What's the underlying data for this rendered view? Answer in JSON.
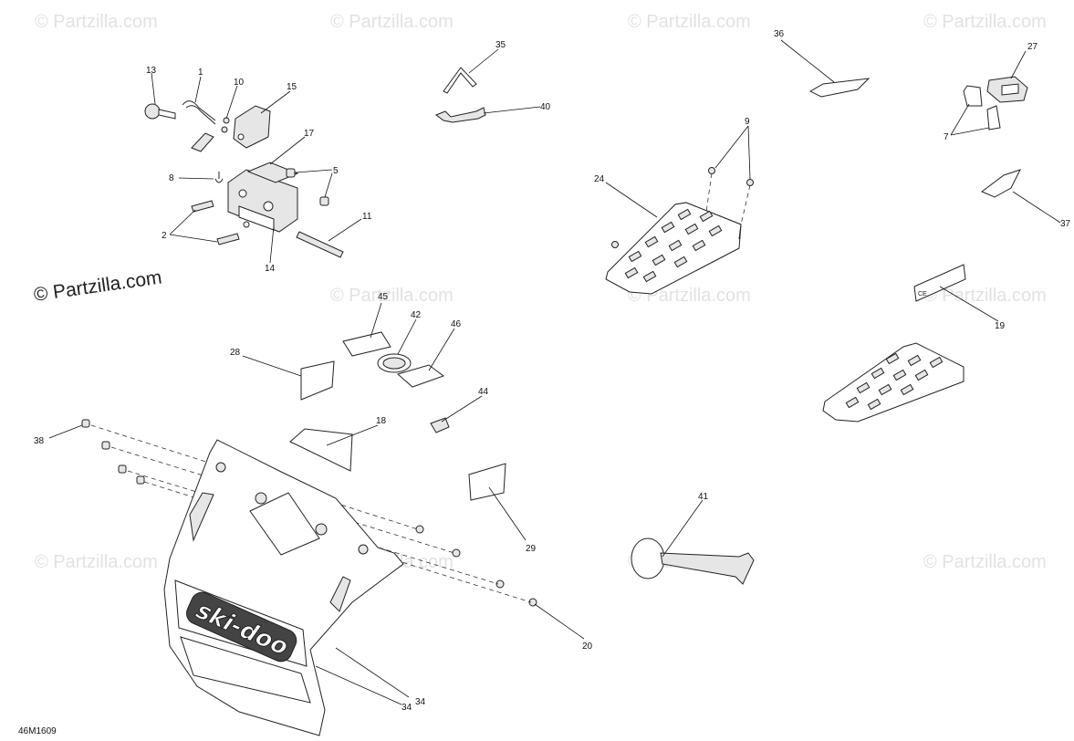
{
  "diagram_code": "46M1609",
  "copyright": "© Partzilla.com",
  "watermark": "© Partzilla.com",
  "brand_logo": "ski-doo",
  "callouts": [
    "1",
    "2",
    "5",
    "7",
    "8",
    "9",
    "10",
    "11",
    "13",
    "14",
    "15",
    "17",
    "18",
    "19",
    "20",
    "24",
    "27",
    "28",
    "29",
    "34",
    "34",
    "35",
    "36",
    "37",
    "38",
    "40",
    "41",
    "42",
    "44",
    "45",
    "46"
  ]
}
